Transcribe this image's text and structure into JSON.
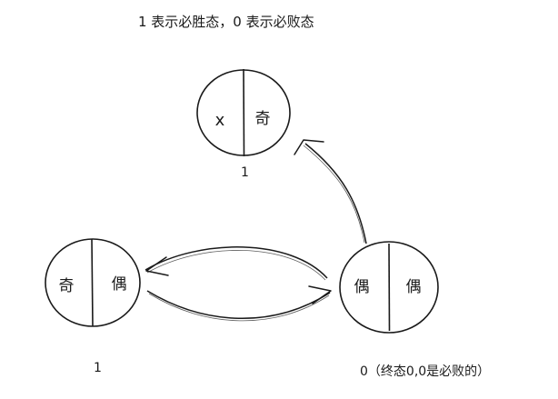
{
  "title": "1 表示必胜态，0 表示必败态",
  "nodes": [
    {
      "id": "top",
      "left": "x",
      "right": "奇",
      "value": "1"
    },
    {
      "id": "left",
      "left": "奇",
      "right": "偶",
      "value": "1"
    },
    {
      "id": "right",
      "left": "偶",
      "right": "偶",
      "value": "0（终态0,0是必败的）"
    }
  ],
  "edges": [
    {
      "from": "right",
      "to": "top"
    },
    {
      "from": "right",
      "to": "left"
    },
    {
      "from": "left",
      "to": "right"
    }
  ],
  "colors": {
    "ink": "#1a1a1a",
    "background": "#ffffff"
  }
}
